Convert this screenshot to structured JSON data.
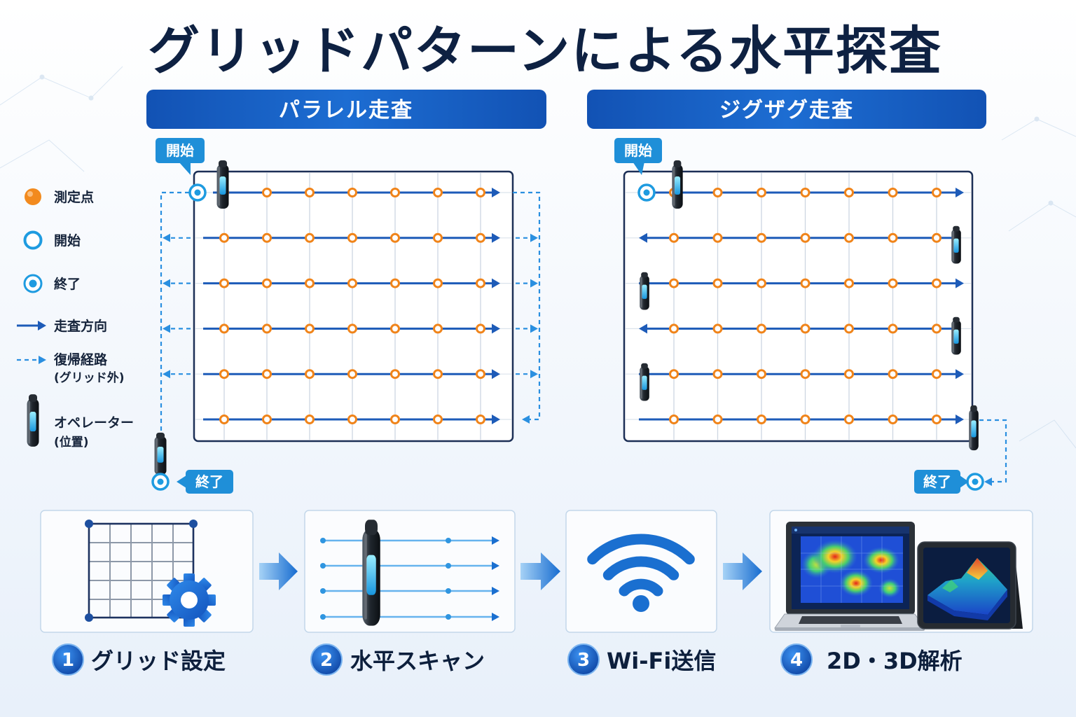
{
  "title": "グリッドパターンによる水平探査",
  "panels": {
    "parallel": {
      "header": "パラレル走査",
      "start_label": "開始",
      "end_label": "終了",
      "row_directions": [
        1,
        1,
        1,
        1,
        1,
        1
      ]
    },
    "zigzag": {
      "header": "ジグザグ走査",
      "start_label": "開始",
      "end_label": "終了",
      "row_directions": [
        1,
        -1,
        1,
        -1,
        1,
        1
      ]
    }
  },
  "grid": {
    "rows": 6,
    "points_per_row": 7
  },
  "legend": [
    {
      "icon": "measurement-point-icon",
      "label": "測定点"
    },
    {
      "icon": "start-marker-icon",
      "label": "開始"
    },
    {
      "icon": "end-marker-icon",
      "label": "終了"
    },
    {
      "icon": "scan-direction-arrow-icon",
      "label": "走査方向"
    },
    {
      "icon": "return-path-dashed-arrow-icon",
      "label": "復帰経路",
      "sublabel": "(グリッド外)"
    },
    {
      "icon": "operator-probe-icon",
      "label": "オペレーター",
      "sublabel": "(位置)"
    }
  ],
  "steps": [
    {
      "number": "1",
      "label": "グリッド設定",
      "icon": "grid-gear-icon"
    },
    {
      "number": "2",
      "label": "水平スキャン",
      "icon": "horizontal-scan-icon"
    },
    {
      "number": "3",
      "label": "Wi-Fi送信",
      "icon": "wifi-icon"
    },
    {
      "number": "4",
      "label": "2D・3D解析",
      "icon": "laptop-tablet-analysis-icon"
    }
  ],
  "colors": {
    "title": "#0e2142",
    "header": "#1565c0",
    "scan_line": "#1d5bb8",
    "measurement_point": "#f0841a",
    "marker": "#1e9be0",
    "return_path": "#2a8fe0"
  }
}
